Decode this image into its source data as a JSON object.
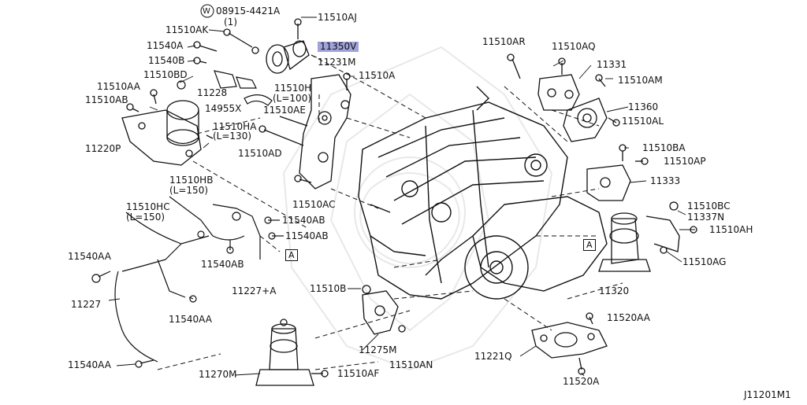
{
  "diagram": {
    "highlight_color": "#9fa3d9",
    "line_color": "#111111",
    "watermark_color": "#e8e8e8",
    "labels": {
      "p08915": "08915-4421A",
      "p08915_qty": "(1)",
      "washer_symbol": "W",
      "p11510AJ": "11510AJ",
      "p11510AK": "11510AK",
      "p11540A": "11540A",
      "p11540B": "11540B",
      "p11350V": "11350V",
      "p11231M": "11231M",
      "p11510A": "11510A",
      "p11510BD": "11510BD",
      "p11510AA": "11510AA",
      "p11510AB": "11510AB",
      "p11228": "11228",
      "p14955X": "14955X",
      "p11510H": "11510H",
      "p11510H_len": "(L=100)",
      "p11510AE": "11510AE",
      "p11510HA": "11510HA",
      "p11510HA_len": "(L=130)",
      "p11220P": "11220P",
      "p11510AD": "11510AD",
      "p11510HB": "11510HB",
      "p11510HB_len": "(L=150)",
      "p11510HC": "11510HC",
      "p11510HC_len": "(L=150)",
      "p11540AB_1": "11540AB",
      "p11540AB_2": "11540AB",
      "p11540AB_3": "11540AB",
      "p11510AC": "11510AC",
      "p11540AA_1": "11540AA",
      "p11540AA_2": "11540AA",
      "p11540AA_3": "11540AA",
      "p11227": "11227",
      "p11227A": "11227+A",
      "ref_A_left": "A",
      "ref_A_right": "A",
      "p11510AR": "11510AR",
      "p11510AQ": "11510AQ",
      "p11331": "11331",
      "p11510AM": "11510AM",
      "p11360": "11360",
      "p11510AL": "11510AL",
      "p11510BA": "11510BA",
      "p11510AP": "11510AP",
      "p11333": "11333",
      "p11510BC": "11510BC",
      "p11337N": "11337N",
      "p11510AH": "11510AH",
      "p11510AG": "11510AG",
      "p11320": "11320",
      "p11510B": "11510B",
      "p11275M": "11275M",
      "p11510AN": "11510AN",
      "p11270M": "11270M",
      "p11510AF": "11510AF",
      "p11520AA": "11520AA",
      "p11221Q": "11221Q",
      "p11520A": "11520A",
      "figure_id": "J11201M1"
    }
  }
}
